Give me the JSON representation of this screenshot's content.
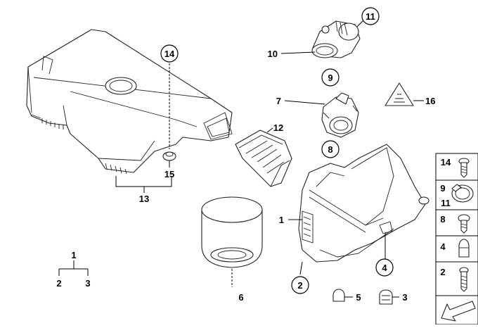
{
  "callouts": {
    "c1": "1",
    "c2": "2",
    "c3": "3",
    "c4": "4",
    "c5": "5",
    "c6": "6",
    "c7": "7",
    "c8": "8",
    "c9": "9",
    "c10": "10",
    "c11": "11",
    "c12": "12",
    "c13": "13",
    "c14": "14",
    "c15": "15",
    "c16": "16"
  },
  "legend": {
    "group_top": "1",
    "group_left": "2",
    "group_right": "3"
  },
  "side_panel": {
    "items": [
      {
        "label": "14"
      },
      {
        "label": "9",
        "label2": "11"
      },
      {
        "label": "8"
      },
      {
        "label": "4"
      },
      {
        "label": "2"
      }
    ]
  }
}
